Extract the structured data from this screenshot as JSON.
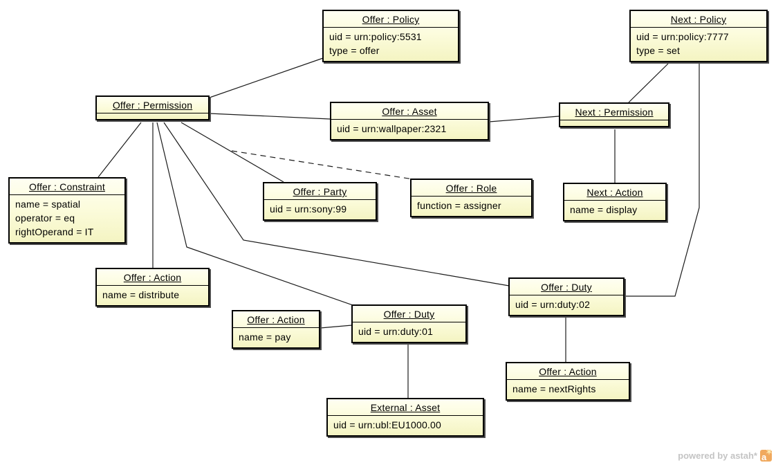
{
  "diagram_type": "uml-object-diagram",
  "nodes": {
    "offer_policy": {
      "title": "Offer : Policy",
      "attrs": [
        "uid = urn:policy:5531",
        "type = offer"
      ]
    },
    "next_policy": {
      "title": "Next : Policy",
      "attrs": [
        "uid = urn:policy:7777",
        "type = set"
      ]
    },
    "offer_permission": {
      "title": "Offer : Permission",
      "attrs": []
    },
    "offer_asset": {
      "title": "Offer : Asset",
      "attrs": [
        "uid = urn:wallpaper:2321"
      ]
    },
    "next_permission": {
      "title": "Next : Permission",
      "attrs": []
    },
    "offer_constraint": {
      "title": "Offer : Constraint",
      "attrs": [
        "name = spatial",
        "operator = eq",
        "rightOperand = IT"
      ]
    },
    "offer_party": {
      "title": "Offer : Party",
      "attrs": [
        "uid = urn:sony:99"
      ]
    },
    "offer_role": {
      "title": "Offer : Role",
      "attrs": [
        "function = assigner"
      ]
    },
    "next_action": {
      "title": "Next : Action",
      "attrs": [
        "name = display"
      ]
    },
    "offer_action_distribute": {
      "title": "Offer : Action",
      "attrs": [
        "name = distribute"
      ]
    },
    "offer_duty_02": {
      "title": "Offer : Duty",
      "attrs": [
        "uid = urn:duty:02"
      ]
    },
    "offer_action_pay": {
      "title": "Offer : Action",
      "attrs": [
        "name = pay"
      ]
    },
    "offer_duty_01": {
      "title": "Offer : Duty",
      "attrs": [
        "uid = urn:duty:01"
      ]
    },
    "offer_action_nextrights": {
      "title": "Offer : Action",
      "attrs": [
        "name = nextRights"
      ]
    },
    "external_asset": {
      "title": "External : Asset",
      "attrs": [
        "uid = urn:ubl:EU1000.00"
      ]
    }
  },
  "edges": [
    {
      "from": "offer-permission",
      "to": "offer-policy",
      "style": "solid"
    },
    {
      "from": "offer-permission",
      "to": "offer-asset",
      "style": "solid"
    },
    {
      "from": "offer-asset",
      "to": "next-permission",
      "style": "solid"
    },
    {
      "from": "next-policy",
      "to": "next-permission",
      "style": "solid"
    },
    {
      "from": "next-policy",
      "to": "offer-duty-02",
      "style": "solid"
    },
    {
      "from": "next-permission",
      "to": "next-action",
      "style": "solid"
    },
    {
      "from": "offer-permission",
      "to": "offer-constraint",
      "style": "solid"
    },
    {
      "from": "offer-permission",
      "to": "offer-action-distribute",
      "style": "solid"
    },
    {
      "from": "offer-permission",
      "to": "offer-party",
      "style": "solid"
    },
    {
      "from": "offer-permission-party-link",
      "to": "offer-role",
      "style": "dashed"
    },
    {
      "from": "offer-permission",
      "to": "offer-duty-01",
      "style": "solid"
    },
    {
      "from": "offer-permission",
      "to": "offer-duty-02",
      "style": "solid"
    },
    {
      "from": "offer-action-pay",
      "to": "offer-duty-01",
      "style": "solid"
    },
    {
      "from": "offer-duty-01",
      "to": "external-asset",
      "style": "solid"
    },
    {
      "from": "offer-duty-02",
      "to": "offer-action-nextrights",
      "style": "solid"
    }
  ],
  "colors": {
    "node_fill_top": "#FFFFF2",
    "node_fill_bottom": "#F4F4C2",
    "node_border": "#000000",
    "edge": "#1A1A1A",
    "footer_text": "#C4C4C4",
    "logo_orange": "#F0A95E"
  },
  "footer": {
    "credit": "powered by astah*",
    "logo_letter": "a",
    "logo_star": "✶"
  }
}
